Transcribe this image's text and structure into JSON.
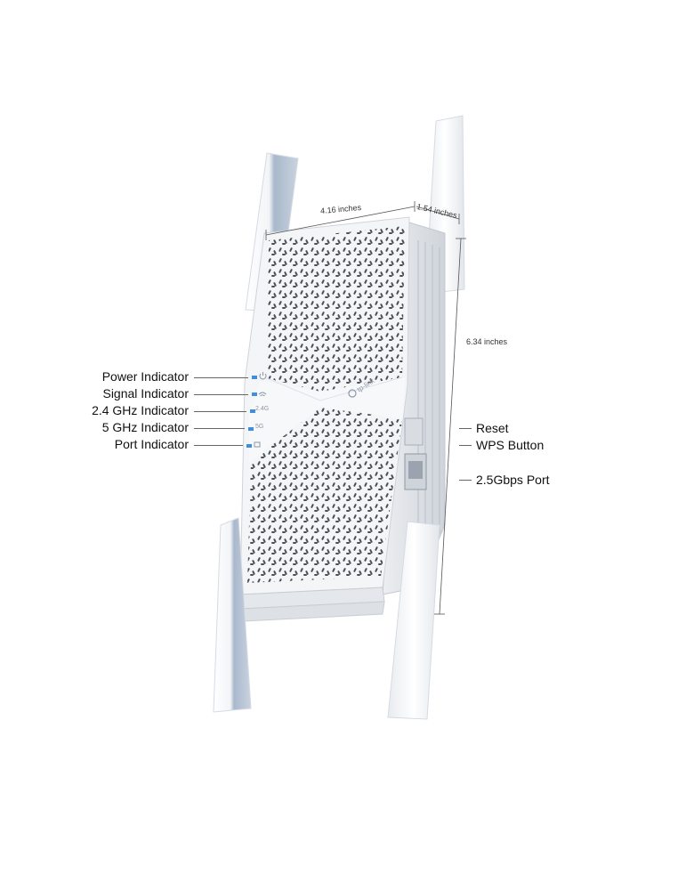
{
  "dimensions": {
    "width_label": "4.16 inches",
    "depth_label": "1.54 inches",
    "height_label": "6.34 inches"
  },
  "indicators": [
    {
      "label": "Power Indicator",
      "icon": "power-icon"
    },
    {
      "label": "Signal Indicator",
      "icon": "signal-icon"
    },
    {
      "label": "2.4 GHz Indicator",
      "icon": "text",
      "text": "2.4G"
    },
    {
      "label": "5 GHz Indicator",
      "icon": "text",
      "text": "5G"
    },
    {
      "label": "Port Indicator",
      "icon": "port-icon"
    }
  ],
  "side_ports": [
    {
      "label": "Reset"
    },
    {
      "label": "WPS Button"
    },
    {
      "label": "2.5Gbps Port"
    }
  ],
  "brand": "tp-link",
  "colors": {
    "led_blue": "#3f8fe0",
    "device_white": "#f4f5f7",
    "antenna_shade": "#9fb0c6"
  }
}
